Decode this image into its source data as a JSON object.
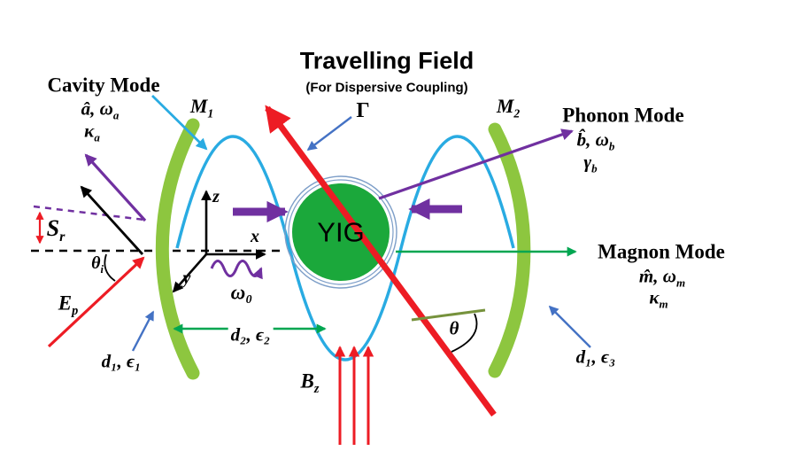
{
  "colors": {
    "mirror_green": "#8DC63F",
    "yig_green": "#1BA83B",
    "wave_blue": "#29ABE2",
    "field_red": "#ED1C24",
    "coupling_purple": "#7030A0",
    "magnon_green": "#00A651",
    "leader_blue": "#4472C4"
  },
  "title": {
    "main": "Travelling Field",
    "subtitle": "(For Dispersive Coupling)"
  },
  "yig_label": "YIG",
  "mirrors": {
    "m1_base": "M",
    "m1_sub": "1",
    "m2_base": "M",
    "m2_sub": "2"
  },
  "modes": {
    "cavity": {
      "title": "Cavity Mode",
      "sym1_base": "â, ω",
      "sym1_sub": "a",
      "sym2_base": "κ",
      "sym2_sub": "a"
    },
    "phonon": {
      "title": "Phonon Mode",
      "sym1_base": "b̂, ω",
      "sym1_sub": "b",
      "sym2_base": "γ",
      "sym2_sub": "b"
    },
    "magnon": {
      "title": "Magnon Mode",
      "sym1_base": "m̂, ω",
      "sym1_sub": "m",
      "sym2_base": "κ",
      "sym2_sub": "m"
    }
  },
  "annotations": {
    "gamma": "Γ",
    "s_base": "S",
    "s_sub": "r",
    "theta_i_base": "θ",
    "theta_i_sub": "i",
    "e_base": "E",
    "e_sub": "p",
    "d1e1": "d₁, ϵ₁",
    "d2e2": "d₂, ϵ₂",
    "d1e3": "d₁, ϵ₃",
    "omega0": "ω₀",
    "b_base": "B",
    "b_sub": "z",
    "theta": "θ"
  },
  "axes": {
    "x": "x",
    "y": "y",
    "z": "z"
  }
}
